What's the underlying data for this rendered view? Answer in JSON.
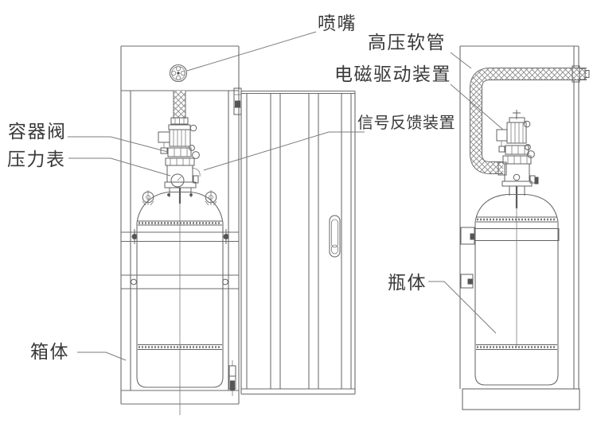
{
  "diagram": {
    "kind": "fire-suppression-cabinet-technical-drawing",
    "labels": {
      "nozzle": "喷嘴",
      "high_pressure_hose": "高压软管",
      "solenoid_drive": "电磁驱动装置",
      "signal_feedback": "信号反馈装置",
      "container_valve": "容器阀",
      "pressure_gauge": "压力表",
      "cabinet_body": "箱体",
      "cylinder_body": "瓶体"
    },
    "colors": {
      "line": "#6b6b6b",
      "leader_line": "#7d7d7d",
      "label_text": "#3a3a3a",
      "background": "#ffffff"
    }
  }
}
